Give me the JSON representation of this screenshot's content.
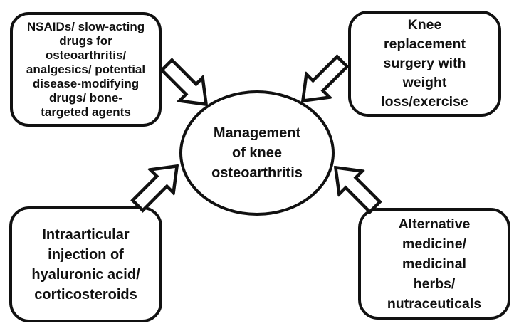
{
  "diagram": {
    "title": "Management of knee osteoarthritis",
    "colors": {
      "stroke": "#111111",
      "fill": "#ffffff"
    },
    "center": {
      "lines": [
        "Management",
        "of knee",
        "osteoarthritis"
      ]
    },
    "boxes": {
      "top_left": {
        "lines": [
          "NSAIDs/ slow-acting",
          "drugs for",
          "osteoarthritis/",
          "analgesics/ potential",
          "disease-modifying",
          "drugs/ bone-",
          "targeted agents"
        ]
      },
      "top_right": {
        "lines": [
          "Knee",
          "replacement",
          "surgery with",
          "weight",
          "loss/exercise"
        ]
      },
      "bottom_left": {
        "lines": [
          "Intraarticular",
          "injection of",
          "hyaluronic acid/",
          "corticosteroids"
        ]
      },
      "bottom_right": {
        "lines": [
          "Alternative",
          "medicine/",
          "medicinal",
          "herbs/",
          "nutraceuticals"
        ]
      }
    },
    "arrows": [
      {
        "name": "top-left-to-center",
        "direction": "down-right"
      },
      {
        "name": "top-right-to-center",
        "direction": "down-left"
      },
      {
        "name": "bottom-left-to-center",
        "direction": "up-right"
      },
      {
        "name": "bottom-right-to-center",
        "direction": "up-left"
      }
    ]
  }
}
